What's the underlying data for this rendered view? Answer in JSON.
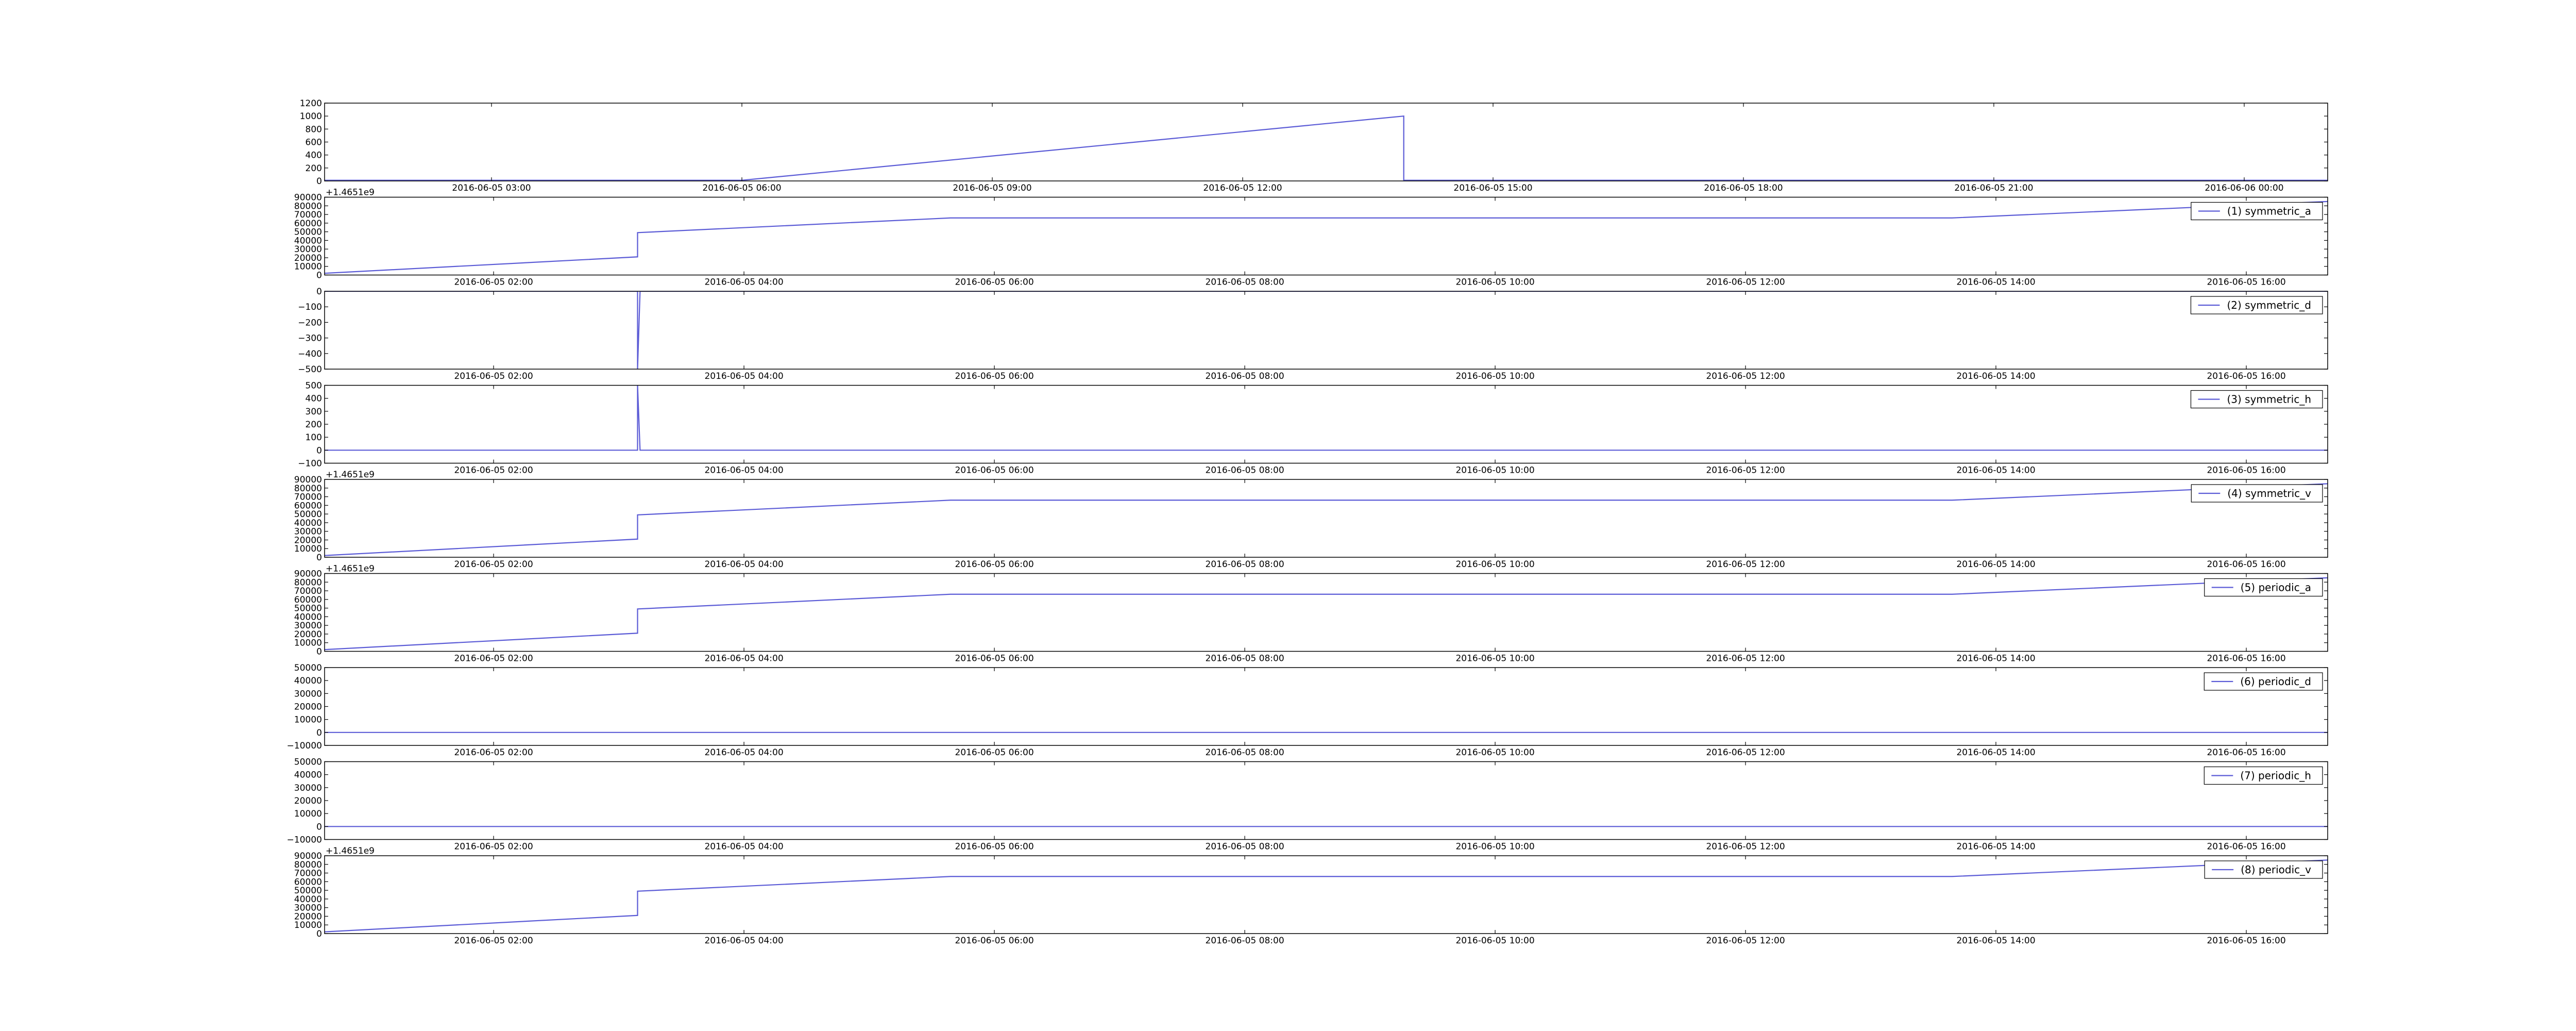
{
  "style": {
    "line_color": "#5b5bd6",
    "axes_color": "#000000",
    "background": "#ffffff"
  },
  "chart_data": [
    {
      "type": "line",
      "legend": "",
      "y_offset_label": "",
      "ylim": [
        0,
        1200
      ],
      "yticks": [
        0,
        200,
        400,
        600,
        800,
        1000,
        1200
      ],
      "xlim": [
        0,
        24
      ],
      "xticks": [
        {
          "x": 2,
          "label": "2016-06-05 03:00"
        },
        {
          "x": 5,
          "label": "2016-06-05 06:00"
        },
        {
          "x": 8,
          "label": "2016-06-05 09:00"
        },
        {
          "x": 11,
          "label": "2016-06-05 12:00"
        },
        {
          "x": 14,
          "label": "2016-06-05 15:00"
        },
        {
          "x": 17,
          "label": "2016-06-05 18:00"
        },
        {
          "x": 20,
          "label": "2016-06-05 21:00"
        },
        {
          "x": 23,
          "label": "2016-06-06 00:00"
        }
      ],
      "x": [
        0,
        5,
        12.93,
        12.93,
        24
      ],
      "y": [
        10,
        10,
        1000,
        10,
        10
      ]
    },
    {
      "type": "line",
      "legend": "(1) symmetric_a",
      "y_offset_label": "+1.4651e9",
      "ylim": [
        0,
        90000
      ],
      "yticks": [
        0,
        10000,
        20000,
        30000,
        40000,
        50000,
        60000,
        70000,
        80000,
        90000
      ],
      "xlim": [
        0,
        16
      ],
      "xticks": [
        {
          "x": 1.35,
          "label": "2016-06-05 02:00"
        },
        {
          "x": 3.35,
          "label": "2016-06-05 04:00"
        },
        {
          "x": 5.35,
          "label": "2016-06-05 06:00"
        },
        {
          "x": 7.35,
          "label": "2016-06-05 08:00"
        },
        {
          "x": 9.35,
          "label": "2016-06-05 10:00"
        },
        {
          "x": 11.35,
          "label": "2016-06-05 12:00"
        },
        {
          "x": 13.35,
          "label": "2016-06-05 14:00"
        },
        {
          "x": 15.35,
          "label": "2016-06-05 16:00"
        }
      ],
      "x": [
        0,
        2.5,
        2.5,
        5,
        13,
        16
      ],
      "y": [
        2000,
        21000,
        49000,
        66000,
        66000,
        85000
      ]
    },
    {
      "type": "line",
      "legend": "(2) symmetric_d",
      "y_offset_label": "",
      "ylim": [
        -500,
        0
      ],
      "yticks": [
        -500,
        -400,
        -300,
        -200,
        -100,
        0
      ],
      "xlim": [
        0,
        16
      ],
      "xticks": [
        {
          "x": 1.35,
          "label": "2016-06-05 02:00"
        },
        {
          "x": 3.35,
          "label": "2016-06-05 04:00"
        },
        {
          "x": 5.35,
          "label": "2016-06-05 06:00"
        },
        {
          "x": 7.35,
          "label": "2016-06-05 08:00"
        },
        {
          "x": 9.35,
          "label": "2016-06-05 10:00"
        },
        {
          "x": 11.35,
          "label": "2016-06-05 12:00"
        },
        {
          "x": 13.35,
          "label": "2016-06-05 14:00"
        },
        {
          "x": 15.35,
          "label": "2016-06-05 16:00"
        }
      ],
      "x": [
        0,
        2.5,
        2.5,
        2.52,
        16
      ],
      "y": [
        0,
        0,
        -500,
        0,
        0
      ]
    },
    {
      "type": "line",
      "legend": "(3) symmetric_h",
      "y_offset_label": "",
      "ylim": [
        -100,
        500
      ],
      "yticks": [
        -100,
        0,
        100,
        200,
        300,
        400,
        500
      ],
      "xlim": [
        0,
        16
      ],
      "xticks": [
        {
          "x": 1.35,
          "label": "2016-06-05 02:00"
        },
        {
          "x": 3.35,
          "label": "2016-06-05 04:00"
        },
        {
          "x": 5.35,
          "label": "2016-06-05 06:00"
        },
        {
          "x": 7.35,
          "label": "2016-06-05 08:00"
        },
        {
          "x": 9.35,
          "label": "2016-06-05 10:00"
        },
        {
          "x": 11.35,
          "label": "2016-06-05 12:00"
        },
        {
          "x": 13.35,
          "label": "2016-06-05 14:00"
        },
        {
          "x": 15.35,
          "label": "2016-06-05 16:00"
        }
      ],
      "x": [
        0,
        2.5,
        2.5,
        2.52,
        16
      ],
      "y": [
        0,
        0,
        500,
        0,
        0
      ]
    },
    {
      "type": "line",
      "legend": "(4) symmetric_v",
      "y_offset_label": "+1.4651e9",
      "ylim": [
        0,
        90000
      ],
      "yticks": [
        0,
        10000,
        20000,
        30000,
        40000,
        50000,
        60000,
        70000,
        80000,
        90000
      ],
      "xlim": [
        0,
        16
      ],
      "xticks": [
        {
          "x": 1.35,
          "label": "2016-06-05 02:00"
        },
        {
          "x": 3.35,
          "label": "2016-06-05 04:00"
        },
        {
          "x": 5.35,
          "label": "2016-06-05 06:00"
        },
        {
          "x": 7.35,
          "label": "2016-06-05 08:00"
        },
        {
          "x": 9.35,
          "label": "2016-06-05 10:00"
        },
        {
          "x": 11.35,
          "label": "2016-06-05 12:00"
        },
        {
          "x": 13.35,
          "label": "2016-06-05 14:00"
        },
        {
          "x": 15.35,
          "label": "2016-06-05 16:00"
        }
      ],
      "x": [
        0,
        2.5,
        2.5,
        5,
        13,
        16
      ],
      "y": [
        2000,
        21000,
        49000,
        66000,
        66000,
        85000
      ]
    },
    {
      "type": "line",
      "legend": "(5) periodic_a",
      "y_offset_label": "+1.4651e9",
      "ylim": [
        0,
        90000
      ],
      "yticks": [
        0,
        10000,
        20000,
        30000,
        40000,
        50000,
        60000,
        70000,
        80000,
        90000
      ],
      "xlim": [
        0,
        16
      ],
      "xticks": [
        {
          "x": 1.35,
          "label": "2016-06-05 02:00"
        },
        {
          "x": 3.35,
          "label": "2016-06-05 04:00"
        },
        {
          "x": 5.35,
          "label": "2016-06-05 06:00"
        },
        {
          "x": 7.35,
          "label": "2016-06-05 08:00"
        },
        {
          "x": 9.35,
          "label": "2016-06-05 10:00"
        },
        {
          "x": 11.35,
          "label": "2016-06-05 12:00"
        },
        {
          "x": 13.35,
          "label": "2016-06-05 14:00"
        },
        {
          "x": 15.35,
          "label": "2016-06-05 16:00"
        }
      ],
      "x": [
        0,
        2.5,
        2.5,
        5,
        13,
        16
      ],
      "y": [
        2000,
        21000,
        49000,
        66000,
        66000,
        85000
      ]
    },
    {
      "type": "line",
      "legend": "(6) periodic_d",
      "y_offset_label": "",
      "ylim": [
        -10000,
        50000
      ],
      "yticks": [
        -10000,
        0,
        10000,
        20000,
        30000,
        40000,
        50000
      ],
      "xlim": [
        0,
        16
      ],
      "xticks": [
        {
          "x": 1.35,
          "label": "2016-06-05 02:00"
        },
        {
          "x": 3.35,
          "label": "2016-06-05 04:00"
        },
        {
          "x": 5.35,
          "label": "2016-06-05 06:00"
        },
        {
          "x": 7.35,
          "label": "2016-06-05 08:00"
        },
        {
          "x": 9.35,
          "label": "2016-06-05 10:00"
        },
        {
          "x": 11.35,
          "label": "2016-06-05 12:00"
        },
        {
          "x": 13.35,
          "label": "2016-06-05 14:00"
        },
        {
          "x": 15.35,
          "label": "2016-06-05 16:00"
        }
      ],
      "x": [
        0,
        16
      ],
      "y": [
        0,
        0
      ]
    },
    {
      "type": "line",
      "legend": "(7) periodic_h",
      "y_offset_label": "",
      "ylim": [
        -10000,
        50000
      ],
      "yticks": [
        -10000,
        0,
        10000,
        20000,
        30000,
        40000,
        50000
      ],
      "xlim": [
        0,
        16
      ],
      "xticks": [
        {
          "x": 1.35,
          "label": "2016-06-05 02:00"
        },
        {
          "x": 3.35,
          "label": "2016-06-05 04:00"
        },
        {
          "x": 5.35,
          "label": "2016-06-05 06:00"
        },
        {
          "x": 7.35,
          "label": "2016-06-05 08:00"
        },
        {
          "x": 9.35,
          "label": "2016-06-05 10:00"
        },
        {
          "x": 11.35,
          "label": "2016-06-05 12:00"
        },
        {
          "x": 13.35,
          "label": "2016-06-05 14:00"
        },
        {
          "x": 15.35,
          "label": "2016-06-05 16:00"
        }
      ],
      "x": [
        0,
        16
      ],
      "y": [
        0,
        0
      ]
    },
    {
      "type": "line",
      "legend": "(8) periodic_v",
      "y_offset_label": "+1.4651e9",
      "ylim": [
        0,
        90000
      ],
      "yticks": [
        0,
        10000,
        20000,
        30000,
        40000,
        50000,
        60000,
        70000,
        80000,
        90000
      ],
      "xlim": [
        0,
        16
      ],
      "xticks": [
        {
          "x": 1.35,
          "label": "2016-06-05 02:00"
        },
        {
          "x": 3.35,
          "label": "2016-06-05 04:00"
        },
        {
          "x": 5.35,
          "label": "2016-06-05 06:00"
        },
        {
          "x": 7.35,
          "label": "2016-06-05 08:00"
        },
        {
          "x": 9.35,
          "label": "2016-06-05 10:00"
        },
        {
          "x": 11.35,
          "label": "2016-06-05 12:00"
        },
        {
          "x": 13.35,
          "label": "2016-06-05 14:00"
        },
        {
          "x": 15.35,
          "label": "2016-06-05 16:00"
        }
      ],
      "x": [
        0,
        2.5,
        2.5,
        5,
        13,
        16
      ],
      "y": [
        2000,
        21000,
        49000,
        66000,
        66000,
        85000
      ]
    }
  ]
}
